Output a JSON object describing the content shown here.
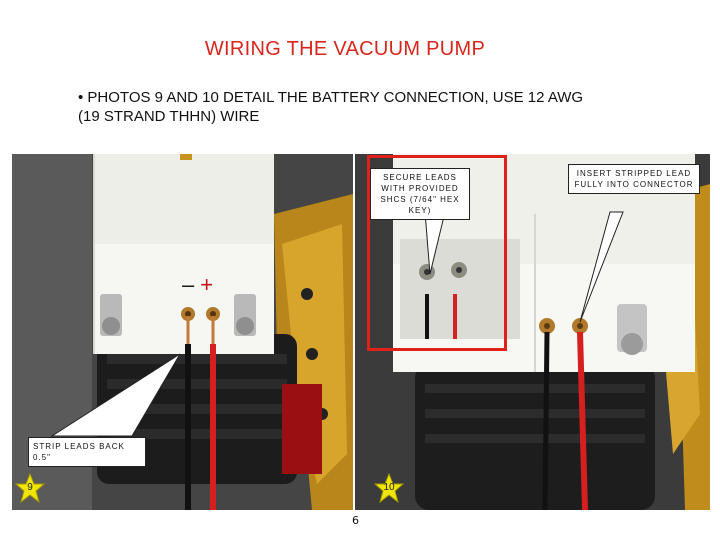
{
  "slide": {
    "title": "WIRING THE VACUUM PUMP",
    "bullet": "• PHOTOS 9 AND 10 DETAIL THE BATTERY CONNECTION, USE 12 AWG   (19 STRAND THHN) WIRE",
    "page_number": "6"
  },
  "photo9": {
    "badge": "9",
    "polarity_minus": "–",
    "polarity_plus": "+",
    "callout": "STRIP LEADS BACK 0.5\""
  },
  "photo10": {
    "badge": "10",
    "callout_secure": "SECURE LEADS WITH PROVIDED SHCS (7/64\" HEX KEY)",
    "callout_insert": "INSERT STRIPPED LEAD FULLY INTO CONNECTOR"
  },
  "colors": {
    "title": "#d8261c",
    "highlight_box": "#e0201a",
    "badge_fill": "#f2e600",
    "pump_body": "#f2f1ec",
    "gold": "#c7951f"
  }
}
